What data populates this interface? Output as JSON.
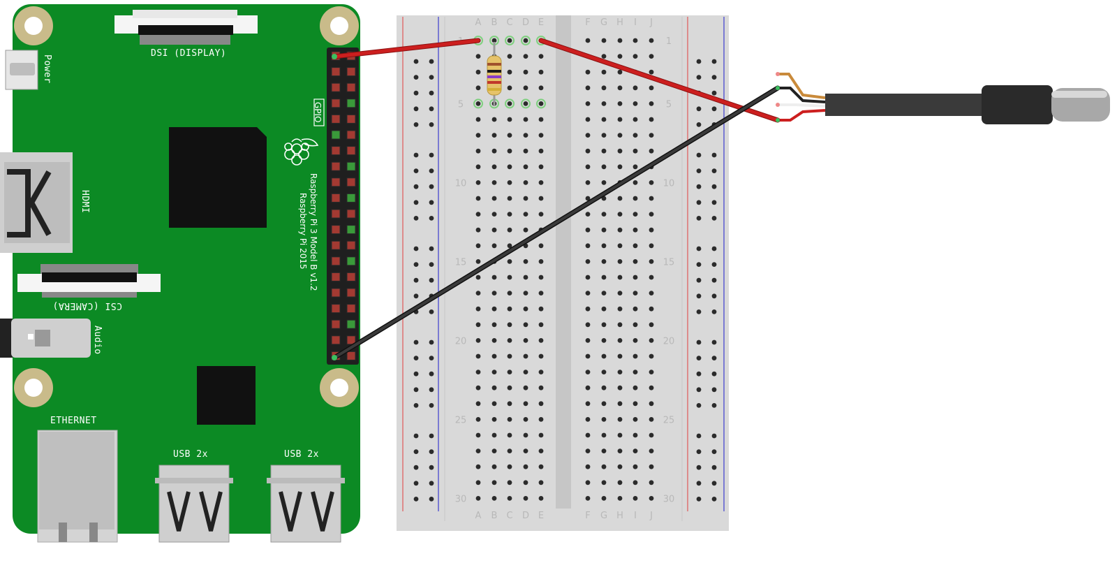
{
  "board": {
    "label_power": "Power",
    "label_dsi": "DSI (DISPLAY)",
    "label_hdmi": "HDMI",
    "label_csi": "CSI (CAMERA)",
    "label_audio": "Audio",
    "label_ethernet": "ETHERNET",
    "label_usb_left": "USB 2x",
    "label_usb_right": "USB 2x",
    "label_gpio": "GPIO",
    "label_model": "Raspberry Pi 3 Model B v1.2",
    "label_year": "Raspberry Pi 2015"
  },
  "breadboard": {
    "left_columns": [
      "A",
      "B",
      "C",
      "D",
      "E"
    ],
    "right_columns": [
      "F",
      "G",
      "H",
      "I",
      "J"
    ],
    "row_numbers": [
      "1",
      "5",
      "10",
      "15",
      "20",
      "25",
      "30"
    ]
  },
  "colors": {
    "pcb": "#0c8a24",
    "wire_red": "#cc1f1f",
    "wire_black": "#222222",
    "breadboard": "#d9d9d9",
    "mount_hole": "#c9bb8a",
    "sensor_body": "#3a3a3a"
  },
  "icons": {
    "raspberry_logo": "raspberry-logo-icon"
  }
}
